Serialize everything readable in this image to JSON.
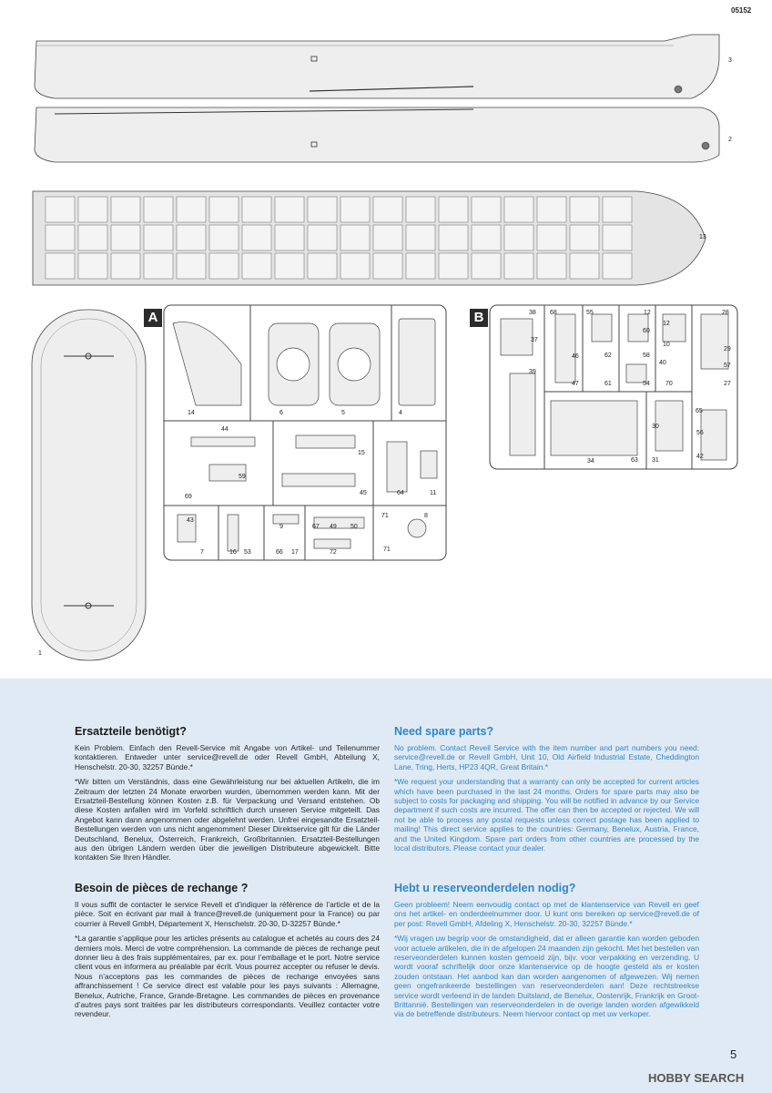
{
  "doc_number": "05152",
  "page_number": "5",
  "watermark": "HOBBY SEARCH",
  "hull_labels": {
    "upper": "3",
    "lower": "2",
    "deck": "13",
    "base": "1"
  },
  "sprue_a": {
    "tag": "A",
    "labels": [
      "14",
      "6",
      "5",
      "4",
      "44",
      "15",
      "59",
      "45",
      "69",
      "64",
      "11",
      "43",
      "7",
      "16",
      "53",
      "9",
      "66",
      "17",
      "67",
      "49",
      "50",
      "72",
      "71",
      "8",
      "71"
    ]
  },
  "sprue_b": {
    "tag": "B",
    "labels": [
      "38",
      "37",
      "39",
      "68",
      "46",
      "47",
      "55",
      "62",
      "61",
      "58",
      "54",
      "12",
      "60",
      "12",
      "10",
      "40",
      "70",
      "28",
      "29",
      "57",
      "27",
      "65",
      "56",
      "42",
      "30",
      "31",
      "34",
      "63"
    ]
  },
  "sections": {
    "de": {
      "title": "Ersatzteile benötigt?",
      "p1": "Kein Problem. Einfach den Revell-Service mit Angabe von Artikel- und Teilenummer kontaktieren. Entweder unter service@revell.de oder Revell GmbH, Abteilung X, Henschelstr. 20-30, 32257 Bünde.*",
      "p2": "*Wir bitten um Verständnis, dass eine Gewährleistung nur bei aktuellen Artikeln, die im Zeitraum der letzten 24 Monate erworben wurden, übernommen werden kann. Mit der Ersatzteil-Bestellung können Kosten z.B. für Verpackung und Versand entstehen. Ob diese Kosten anfallen wird im Vorfeld schriftlich durch unseren Service mitgeteilt. Das Angebot kann dann angenommen oder abgelehnt werden. Unfrei eingesandte Ersatzteil-Bestellungen werden von uns nicht angenommen! Dieser Direktservice gilt für die Länder Deutschland, Benelux, Österreich, Frankreich, Großbritannien. Ersatzteil-Bestellungen aus den übrigen Ländern werden über die jeweiligen Distributeure abgewickelt. Bitte kontakten Sie Ihren Händler."
    },
    "en": {
      "title": "Need spare parts?",
      "p1": "No problem. Contact Revell Service with the item number and part numbers you need: service@revell.de or Revell GmbH, Unit 10, Old Airfield Industrial Estate, Cheddington Lane, Tring, Herts, HP23 4QR, Great Britain.*",
      "p2": "*We request your understanding that a warranty can only be accepted for current articles which have been purchased in the last 24 months. Orders for spare parts may also be subject to costs for packaging and shipping. You will be notified in advance by our Service department if such costs are incurred. The offer can then be accepted or rejected. We will not be able to process any postal requests unless correct postage has been applied to mailing! This direct service applies to the countries: Germany, Benelux, Austria, France, and the United Kingdom. Spare part orders from other countries are processed by the local distributors. Please contact your dealer."
    },
    "fr": {
      "title": "Besoin de pièces de rechange ?",
      "p1": "Il vous suffit de contacter le service Revell et d’indiquer la référence de l’article et de la pièce. Soit en écrivant par mail à france@revell.de (uniquement pour la France) ou par courrier à Revell GmbH, Département X, Henschelstr. 20-30, D-32257 Bünde.*",
      "p2": "*La garantie s’applique pour les articles présents au catalogue et achetés au cours des 24 derniers mois. Merci de votre compréhension. La commande de pièces de rechange peut donner lieu à des frais supplémentaires, par ex. pour l’emballage et le port. Notre service client vous en informera au préalable par écrit. Vous pourrez accepter ou refuser le devis. Nous n’acceptons pas les commandes de pièces de rechange envoyées sans affranchissement ! Ce service direct est valable pour les pays suivants : Allemagne, Benelux, Autriche, France, Grande-Bretagne. Les commandes de pièces en provenance d’autres pays sont traitées par les distributeurs correspondants. Veuillez contacter votre revendeur."
    },
    "nl": {
      "title": "Hebt u reserveonderdelen nodig?",
      "p1": "Geen probleem! Neem eenvoudig contact op met de klantenservice van Revell en geef ons het artikel- en onderdeelnummer door. U kunt ons bereiken op service@revell.de of per post: Revell GmbH, Afdeling X, Henschelstr. 20-30, 32257 Bünde.*",
      "p2": "*Wij vragen uw begrip voor de omstandigheid, dat er alleen garantie kan worden geboden voor actuele artikelen, die in de afgelopen 24 maanden zijn gekocht. Met het bestellen van reserveonderdelen kunnen kosten gemoeid zijn, bijv. voor verpakking en verzending. U wordt vooraf schriftelijk door onze klantenservice op de hoogte gesteld als er kosten zouden ontstaan. Het aanbod kan dan worden aangenomen of afgewezen. Wij nemen geen ongefrankeerde bestellingen van reserveonderdelen aan! Deze rechtstreekse service wordt verleend in de landen Duitsland, de Benelux, Oostenrijk, Frankrijk en Groot-Brittannië. Bestellingen van reserveonderdelen in de overige landen worden afgewikkeld via de betreffende distributeurs. Neem hiervoor contact op met uw verkoper."
    }
  },
  "colors": {
    "part_fill": "#eeeeee",
    "deck_fill": "#e4e4e4",
    "sprue_stroke": "#444444",
    "accent_blue": "#2f86c8",
    "footer_bg": "#dfeaf5"
  }
}
